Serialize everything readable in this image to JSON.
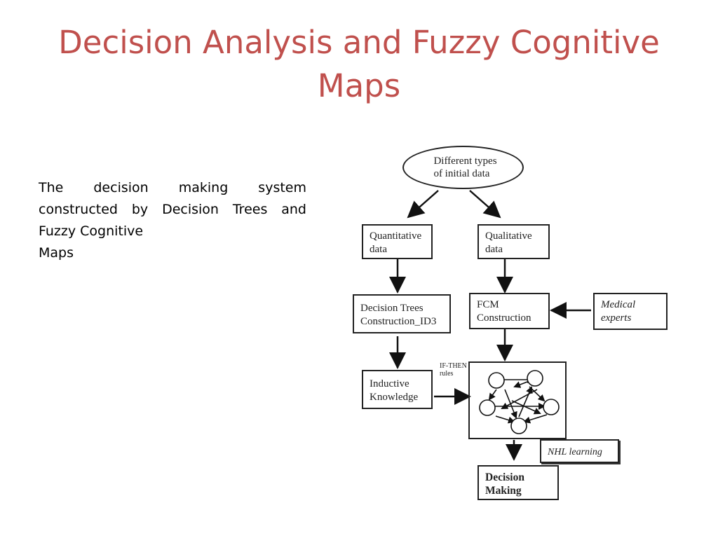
{
  "slide": {
    "title_line1": "Decision Analysis and Fuzzy Cognitive",
    "title_line2": "Maps",
    "text_line1": "The decision making system",
    "text_line2": "constructed by Decision Trees and",
    "text_line3": "Fuzzy Cognitive",
    "text_line4": "Maps"
  },
  "diagram": {
    "initial_data_l1": "Different types",
    "initial_data_l2": "of initial data",
    "quant_l1": "Quantitative",
    "quant_l2": "data",
    "qual_l1": "Qualitative",
    "qual_l2": "data",
    "dt_l1": "Decision Trees",
    "dt_l2": "Construction_ID3",
    "fcm_l1": "FCM",
    "fcm_l2": "Construction",
    "medical_l1": "Medical",
    "medical_l2": "experts",
    "inductive_l1": "Inductive",
    "inductive_l2": "Knowledge",
    "ifthen_l1": "IF-THEN",
    "ifthen_l2": "rules",
    "nhl": "NHL learning",
    "decision_l1": "Decision",
    "decision_l2": "Making"
  }
}
